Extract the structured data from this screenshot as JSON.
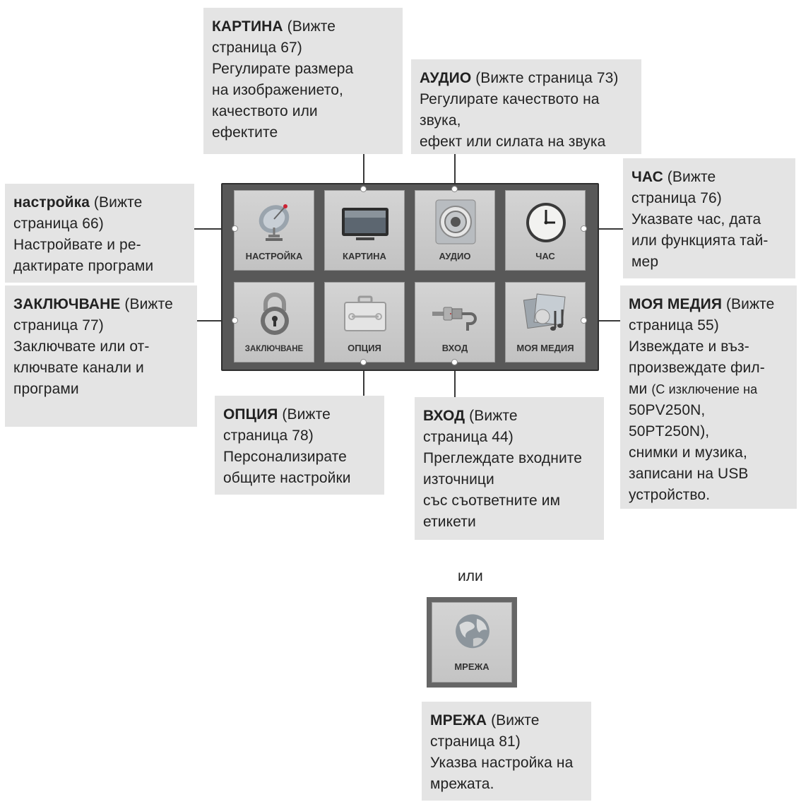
{
  "menu": {
    "tiles": [
      {
        "label": "НАСТРОЙКА",
        "icon": "satellite-dish-icon"
      },
      {
        "label": "КАРТИНА",
        "icon": "tv-monitor-icon"
      },
      {
        "label": "АУДИО",
        "icon": "speaker-icon"
      },
      {
        "label": "ЧАС",
        "icon": "clock-icon"
      },
      {
        "label": "ЗАКЛЮЧВАНЕ",
        "icon": "padlock-icon"
      },
      {
        "label": "ОПЦИЯ",
        "icon": "toolbox-icon"
      },
      {
        "label": "ВХОД",
        "icon": "cable-plug-icon"
      },
      {
        "label": "МОЯ МЕДИЯ",
        "icon": "media-icon"
      }
    ]
  },
  "callouts": {
    "picture": {
      "title": "КАРТИНА",
      "lines": [
        " (Вижте",
        "страница 67)",
        "Регулирате размера",
        "на изображението,",
        "качеството или",
        "ефектите"
      ]
    },
    "audio": {
      "title": "АУДИО",
      "lines": [
        " (Вижте страница 73)",
        "Регулирате качеството на",
        "звука,",
        "ефект или силата на звука"
      ]
    },
    "setup": {
      "title": "настройка",
      "lines": [
        " (Вижте",
        "страница 66)",
        "Настройвате и ре-",
        "дактирате програми"
      ]
    },
    "time": {
      "title": "ЧАС",
      "lines": [
        " (Вижте",
        "страница 76)",
        "Указвате час, дата",
        "или функцията тай-",
        "мер"
      ]
    },
    "lock": {
      "title": "ЗАКЛЮЧВАНЕ",
      "lines": [
        " (Вижте",
        "страница 77)",
        "Заключвате или от-",
        "ключвате канали и",
        "програми"
      ]
    },
    "media": {
      "title": "МОЯ МЕДИЯ",
      "lines": [
        " (Вижте",
        "страница 55)",
        "Извеждате и въз-",
        "произвеждате фил-",
        "ми ",
        "(С изключение на",
        "50PV250N, 50PT250N),",
        "снимки и музика,",
        "записани на USB",
        "устройство."
      ]
    },
    "option": {
      "title": "ОПЦИЯ",
      "lines": [
        " (Вижте",
        "страница 78)",
        "Персонализирате",
        "общите настройки"
      ]
    },
    "input": {
      "title": "ВХОД",
      "lines": [
        " (Вижте",
        "страница 44)",
        "Преглеждате входните",
        "източници",
        "със съответните им",
        "етикети"
      ]
    },
    "network": {
      "title": "МРЕЖА",
      "lines": [
        " (Вижте",
        "страница 81)",
        "Указва настройка на",
        "мрежата."
      ]
    }
  },
  "or_text": "или",
  "network_tile": {
    "label": "МРЕЖА",
    "icon": "globe-icon"
  }
}
